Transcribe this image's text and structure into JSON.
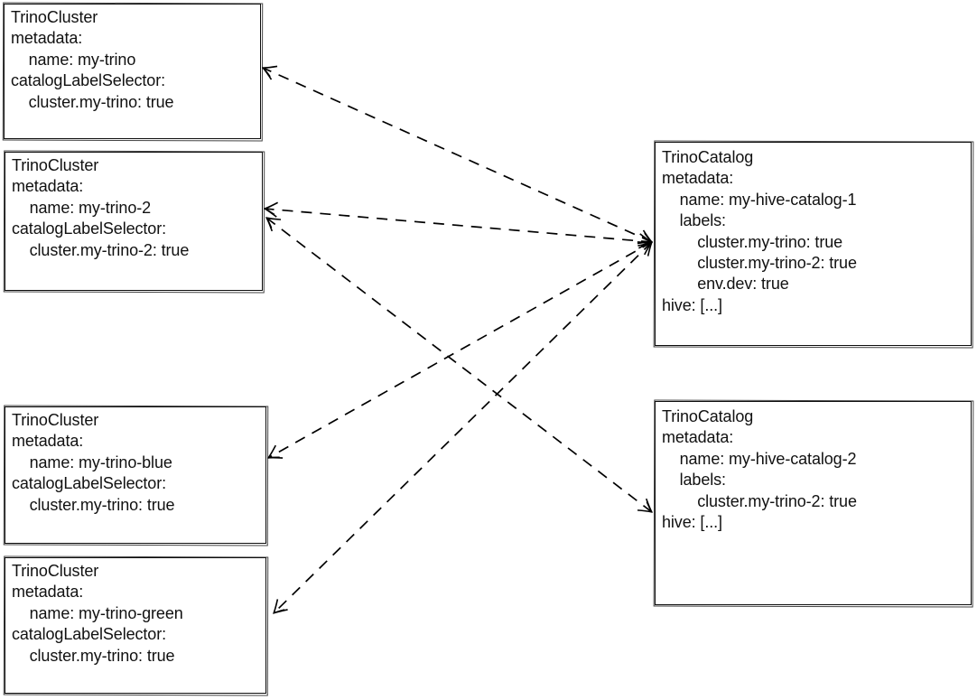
{
  "diagram": {
    "background": "#ffffff",
    "stroke_color": "#000000",
    "text_color": "#111111"
  },
  "boxes": {
    "cluster1": {
      "kind": "TrinoCluster",
      "lines": [
        "TrinoCluster",
        "metadata:",
        "    name: my-trino",
        "catalogLabelSelector:",
        "    cluster.my-trino: true"
      ]
    },
    "cluster2": {
      "kind": "TrinoCluster",
      "lines": [
        "TrinoCluster",
        "metadata:",
        "    name: my-trino-2",
        "catalogLabelSelector:",
        "    cluster.my-trino-2: true"
      ]
    },
    "clusterBlue": {
      "kind": "TrinoCluster",
      "lines": [
        "TrinoCluster",
        "metadata:",
        "    name: my-trino-blue",
        "catalogLabelSelector:",
        "    cluster.my-trino: true"
      ]
    },
    "clusterGreen": {
      "kind": "TrinoCluster",
      "lines": [
        "TrinoCluster",
        "metadata:",
        "    name: my-trino-green",
        "catalogLabelSelector:",
        "    cluster.my-trino: true"
      ]
    },
    "catalog1": {
      "kind": "TrinoCatalog",
      "lines": [
        "TrinoCatalog",
        "metadata:",
        "    name: my-hive-catalog-1",
        "    labels:",
        "        cluster.my-trino: true",
        "        cluster.my-trino-2: true",
        "        env.dev: true",
        "hive: [...]"
      ]
    },
    "catalog2": {
      "kind": "TrinoCatalog",
      "lines": [
        "TrinoCatalog",
        "metadata:",
        "    name: my-hive-catalog-2",
        "    labels:",
        "        cluster.my-trino-2: true",
        "hive: [...]"
      ]
    }
  },
  "connections": [
    {
      "from": "my-hive-catalog-1",
      "to": "my-trino",
      "style": "dashed",
      "arrowheads": "both"
    },
    {
      "from": "my-hive-catalog-1",
      "to": "my-trino-2",
      "style": "dashed",
      "arrowheads": "both"
    },
    {
      "from": "my-hive-catalog-1",
      "to": "my-trino-blue",
      "style": "dashed",
      "arrowheads": "both"
    },
    {
      "from": "my-hive-catalog-1",
      "to": "my-trino-green",
      "style": "dashed",
      "arrowheads": "both"
    },
    {
      "from": "my-hive-catalog-2",
      "to": "my-trino-2",
      "style": "dashed",
      "arrowheads": "both"
    }
  ]
}
